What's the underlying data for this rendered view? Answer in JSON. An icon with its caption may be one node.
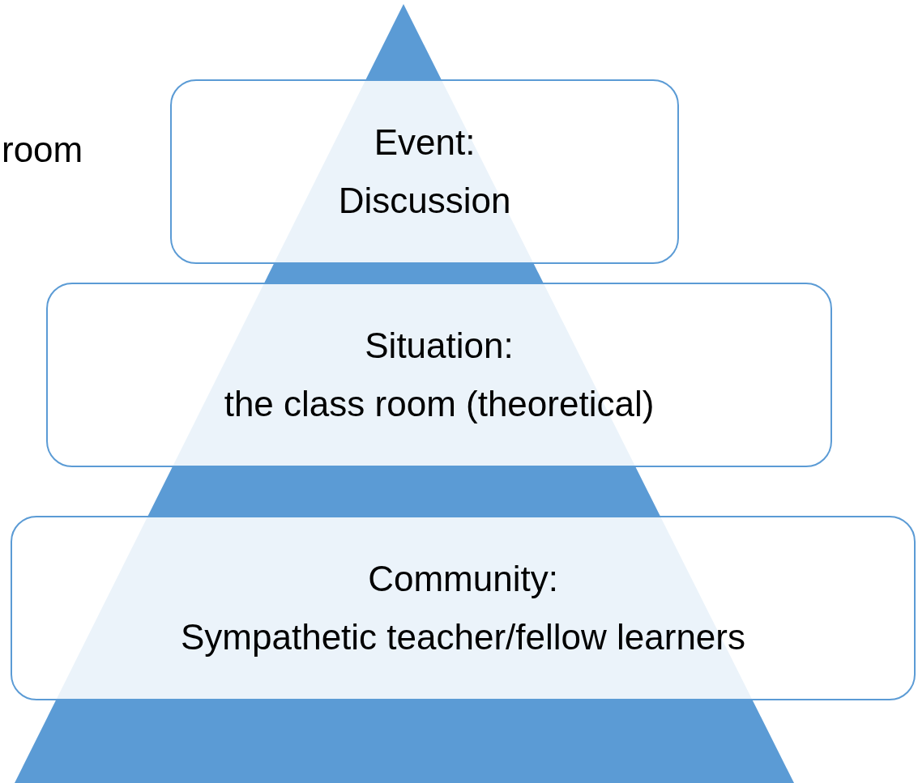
{
  "diagram": {
    "nodes": [
      {
        "text": [
          "Event:",
          "Discussion"
        ]
      },
      {
        "text": [
          "Situation:",
          "the class room (theoretical)"
        ]
      },
      {
        "text": [
          "Community:",
          "Sympathetic teacher/fellow learners"
        ]
      }
    ],
    "labels": [
      "room"
    ]
  }
}
